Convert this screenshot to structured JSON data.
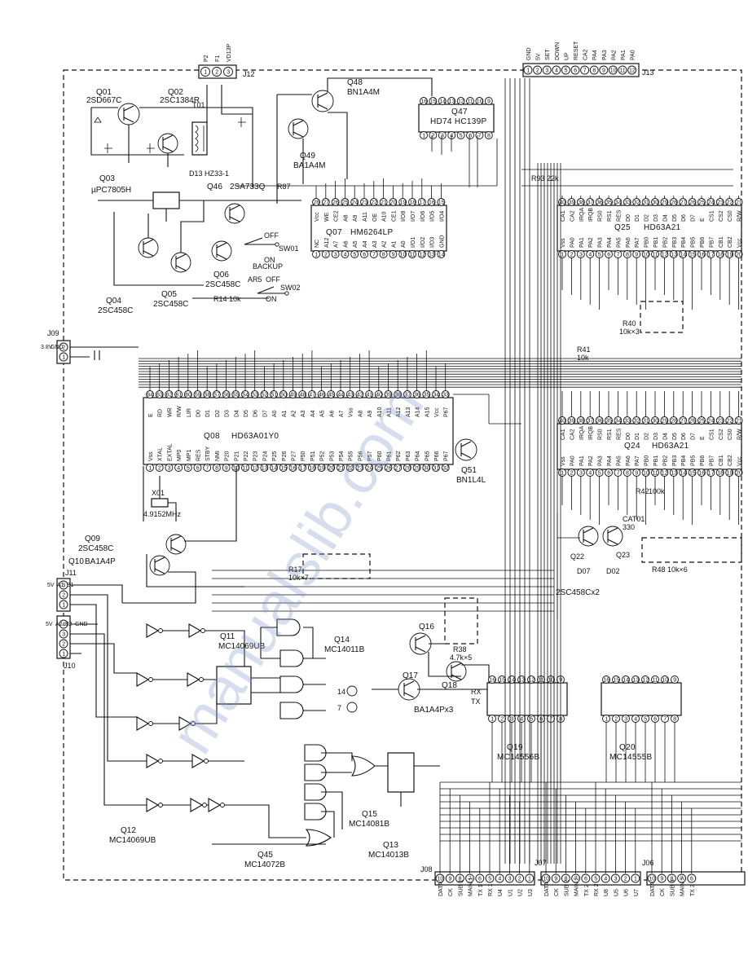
{
  "watermark": "manualslib.com",
  "connectors": {
    "j12": {
      "name": "J12",
      "pins": [
        "1",
        "2",
        "3"
      ],
      "signals": [
        "P2",
        "F1",
        "VD13P"
      ]
    },
    "j13": {
      "name": "J13",
      "pins": [
        "1",
        "2",
        "3",
        "4",
        "5",
        "6",
        "7",
        "8",
        "9",
        "10",
        "11",
        "12"
      ],
      "signals": [
        "GND",
        "5V",
        "SET",
        "DOWN",
        "UP",
        "RESET",
        "CA2",
        "PA4",
        "PA3",
        "PA2",
        "PA1",
        "PA0"
      ]
    },
    "j09": {
      "name": "J09",
      "pins": [
        "2",
        "1"
      ],
      "signals": [
        "3.8V",
        "GND"
      ]
    },
    "j11": {
      "name": "J11",
      "pins": [
        "3",
        "2",
        "1"
      ],
      "signals": [
        "5V",
        "A1",
        "B1"
      ]
    },
    "j10": {
      "name": "J10",
      "pins": [
        "4",
        "3",
        "2",
        "1"
      ],
      "signals": [
        "5V",
        "A2",
        "B2",
        "GND"
      ]
    },
    "j08": {
      "name": "J08",
      "pins": [
        "10",
        "9",
        "8",
        "7",
        "6",
        "5",
        "4",
        "3",
        "2",
        "1"
      ],
      "signals": [
        "DATA",
        "CK",
        "SUB 1",
        "MAIN 1",
        "TX 1",
        "RX 1",
        "U4",
        "U1",
        "U2",
        "U3"
      ]
    },
    "j07": {
      "name": "J07",
      "pins": [
        "10",
        "9",
        "8",
        "7",
        "6",
        "5",
        "4",
        "3",
        "2",
        "1"
      ],
      "signals": [
        "DATA",
        "CK",
        "SUB 2",
        "MAIN 2",
        "TX 2",
        "RX 2",
        "U8",
        "U5",
        "U6",
        "U7"
      ]
    },
    "j06": {
      "name": "J06",
      "pins": [
        "10",
        "9",
        "8",
        "7",
        "6"
      ],
      "signals": [
        "DATA",
        "CK",
        "SUB 3",
        "MAIN 3",
        "TX 3"
      ]
    }
  },
  "ics": {
    "q08": {
      "ref": "Q08",
      "part": "HD63A01Y0",
      "top_pins": [
        "64",
        "63",
        "62",
        "61",
        "60",
        "59",
        "58",
        "57",
        "56",
        "55",
        "54",
        "53",
        "52",
        "51",
        "50",
        "49",
        "48",
        "47",
        "46",
        "45",
        "44",
        "43",
        "42",
        "41",
        "40",
        "39",
        "38",
        "37",
        "36",
        "35",
        "34",
        "33"
      ],
      "top_names": [
        "E",
        "RD",
        "WR",
        "R/W",
        "LIR",
        "D0",
        "D1",
        "D2",
        "D3",
        "D4",
        "D5",
        "D6",
        "D7",
        "A0",
        "A1",
        "A2",
        "A3",
        "A4",
        "A5",
        "A6",
        "A7",
        "Vss",
        "A8",
        "A9",
        "A10",
        "A11",
        "A12",
        "A13",
        "A14",
        "A15",
        "Vcc",
        "P67"
      ],
      "bottom_pins": [
        "1",
        "2",
        "3",
        "4",
        "5",
        "6",
        "7",
        "8",
        "9",
        "10",
        "11",
        "12",
        "13",
        "14",
        "15",
        "16",
        "17",
        "18",
        "19",
        "20",
        "21",
        "22",
        "23",
        "24",
        "25",
        "26",
        "27",
        "28",
        "29",
        "30",
        "31",
        "32"
      ],
      "bottom_names": [
        "Vss",
        "XTAL",
        "EXTAL",
        "MP0",
        "MP1",
        "RES",
        "STBY",
        "NMI",
        "P20",
        "P21",
        "P22",
        "P23",
        "P24",
        "P25",
        "P26",
        "P27",
        "P50",
        "P51",
        "P52",
        "P53",
        "P54",
        "P55",
        "P56",
        "P57",
        "P60",
        "P61",
        "P62",
        "P63",
        "P64",
        "P65",
        "P66",
        "P67"
      ]
    },
    "q07": {
      "ref": "Q07",
      "part": "HM6264LP",
      "top_pins": [
        "28",
        "27",
        "26",
        "25",
        "24",
        "23",
        "22",
        "21",
        "20",
        "19",
        "18",
        "17",
        "16",
        "15"
      ],
      "top_names": [
        "Vcc",
        "WE",
        "CE2",
        "A8",
        "A9",
        "A11",
        "OE",
        "A10",
        "CE1",
        "I/O8",
        "I/O7",
        "I/O6",
        "I/O5",
        "I/O4"
      ],
      "bottom_pins": [
        "1",
        "2",
        "3",
        "4",
        "5",
        "6",
        "7",
        "8",
        "9",
        "10",
        "11",
        "12",
        "13",
        "14"
      ],
      "bottom_names": [
        "NC",
        "A12",
        "A7",
        "A6",
        "A5",
        "A4",
        "A3",
        "A2",
        "A1",
        "A0",
        "I/O1",
        "I/O2",
        "I/O3",
        "GND"
      ]
    },
    "q25": {
      "ref": "Q25",
      "part": "HD63A21",
      "top_pins": [
        "40",
        "39",
        "38",
        "37",
        "36",
        "35",
        "34",
        "33",
        "32",
        "31",
        "30",
        "29",
        "28",
        "27",
        "26",
        "25",
        "24",
        "23",
        "22",
        "21"
      ],
      "top_names": [
        "CA1",
        "CA2",
        "IRQA",
        "IRQB",
        "RS0",
        "RS1",
        "RES",
        "D0",
        "D1",
        "D2",
        "D3",
        "D4",
        "D5",
        "D6",
        "D7",
        "E",
        "CS1",
        "CS2",
        "CS0",
        "R/W"
      ],
      "bottom_pins": [
        "1",
        "2",
        "3",
        "4",
        "5",
        "6",
        "7",
        "8",
        "9",
        "10",
        "11",
        "12",
        "13",
        "14",
        "15",
        "16",
        "17",
        "18",
        "19",
        "20"
      ],
      "bottom_names": [
        "Vss",
        "PA0",
        "PA1",
        "PA2",
        "PA3",
        "PA4",
        "PA5",
        "PA6",
        "PA7",
        "PB0",
        "PB1",
        "PB2",
        "PB3",
        "PB4",
        "PB5",
        "PB6",
        "PB7",
        "CB1",
        "CB2",
        "Vcc"
      ]
    },
    "q24": {
      "ref": "Q24",
      "part": "HD63A21",
      "top_pins": [
        "40",
        "39",
        "38",
        "37",
        "36",
        "35",
        "34",
        "33",
        "32",
        "31",
        "30",
        "29",
        "28",
        "27",
        "26",
        "25",
        "24",
        "23",
        "22",
        "21"
      ],
      "top_names": [
        "CA1",
        "CA2",
        "IRQA",
        "IRQB",
        "RS0",
        "RS1",
        "RES",
        "D0",
        "D1",
        "D2",
        "D3",
        "D4",
        "D5",
        "D6",
        "D7",
        "E",
        "CS1",
        "CS2",
        "CS0",
        "R/W"
      ],
      "bottom_pins": [
        "1",
        "2",
        "3",
        "4",
        "5",
        "6",
        "7",
        "8",
        "9",
        "10",
        "11",
        "12",
        "13",
        "14",
        "15",
        "16",
        "17",
        "18",
        "19",
        "20"
      ],
      "bottom_names": [
        "Vss",
        "PA0",
        "PA1",
        "PA2",
        "PA3",
        "PA4",
        "PA5",
        "PA6",
        "PA7",
        "PB0",
        "PB1",
        "PB2",
        "PB3",
        "PB4",
        "PB5",
        "PB6",
        "PB7",
        "CB1",
        "CB2",
        "Vcc"
      ]
    },
    "q47": {
      "ref": "Q47",
      "part": "HD74 HC139P",
      "top_pins": [
        "16",
        "15",
        "14",
        "13",
        "12",
        "11",
        "10",
        "9"
      ],
      "bottom_pins": [
        "1",
        "2",
        "3",
        "4",
        "5",
        "6",
        "7",
        "8"
      ]
    },
    "q19": {
      "ref": "Q19",
      "part": "MC14556B",
      "top_pins": [
        "16",
        "15",
        "14",
        "13",
        "12",
        "11",
        "10",
        "9"
      ],
      "bottom_pins": [
        "1",
        "2",
        "3",
        "4",
        "5",
        "6",
        "7",
        "8"
      ]
    },
    "q20": {
      "ref": "Q20",
      "part": "MC14555B",
      "top_pins": [
        "16",
        "15",
        "14",
        "13",
        "12",
        "11",
        "10",
        "9"
      ],
      "bottom_pins": [
        "1",
        "2",
        "3",
        "4",
        "5",
        "6",
        "7",
        "8"
      ]
    }
  },
  "transistors": [
    {
      "ref": "Q01",
      "part": "2SD667C"
    },
    {
      "ref": "Q02",
      "part": "2SC1384R"
    },
    {
      "ref": "Q03",
      "part": "µPC7805H"
    },
    {
      "ref": "Q04",
      "part": "2SC458C"
    },
    {
      "ref": "Q05",
      "part": "2SC458C"
    },
    {
      "ref": "Q06",
      "part": "2SC458C"
    },
    {
      "ref": "Q46",
      "part": "2SA733Q"
    },
    {
      "ref": "Q48",
      "part": "BN1A4M"
    },
    {
      "ref": "Q49",
      "part": "BA1A4M"
    },
    {
      "ref": "Q09",
      "part": "2SC458C"
    },
    {
      "ref": "Q10",
      "part": "BA1A4P"
    },
    {
      "ref": "Q51",
      "part": "BN1L4L"
    },
    {
      "ref": "Q16",
      "part": ""
    },
    {
      "ref": "Q17",
      "part": ""
    },
    {
      "ref": "Q18",
      "part": ""
    },
    {
      "ref": "Q22",
      "part": ""
    },
    {
      "ref": "Q23",
      "part": ""
    }
  ],
  "logic_labels": {
    "q11": "MC14069UB",
    "q12": "MC14069UB",
    "q14": "MC14011B",
    "q15": "MC14081B",
    "q13": "MC14013B",
    "q45": "MC14072B",
    "q16_18": "BA1A4Px3",
    "q22_23": "2SC458Cx2"
  },
  "labels": {
    "x01": "X01",
    "xtal": "4.9152MHz",
    "d13": "D13  HZ33-1",
    "t01": "T01",
    "sw01": "SW01",
    "sw02": "SW02",
    "backup": "BACKUP",
    "ar5": "AR5",
    "off1": "OFF",
    "on1": "ON",
    "off2": "OFF",
    "on2": "ON",
    "r87": "R87",
    "r14": "R14  10k",
    "r93": "R93  22k",
    "r40": "R40",
    "r40v": "10k×3",
    "r48": "R48  10k×6",
    "r38": "R38",
    "r38v": "4.7k×5",
    "r17": "R17",
    "r17v": "10k×7",
    "r41": "R41",
    "r41v": "10k",
    "r42": "R42",
    "r42v": "100k",
    "net14": "14",
    "net7": "7",
    "rx": "RX",
    "tx": "TX",
    "cat01": "CAT01",
    "cat01v": "330",
    "d02": "D02",
    "d07": "D07"
  }
}
